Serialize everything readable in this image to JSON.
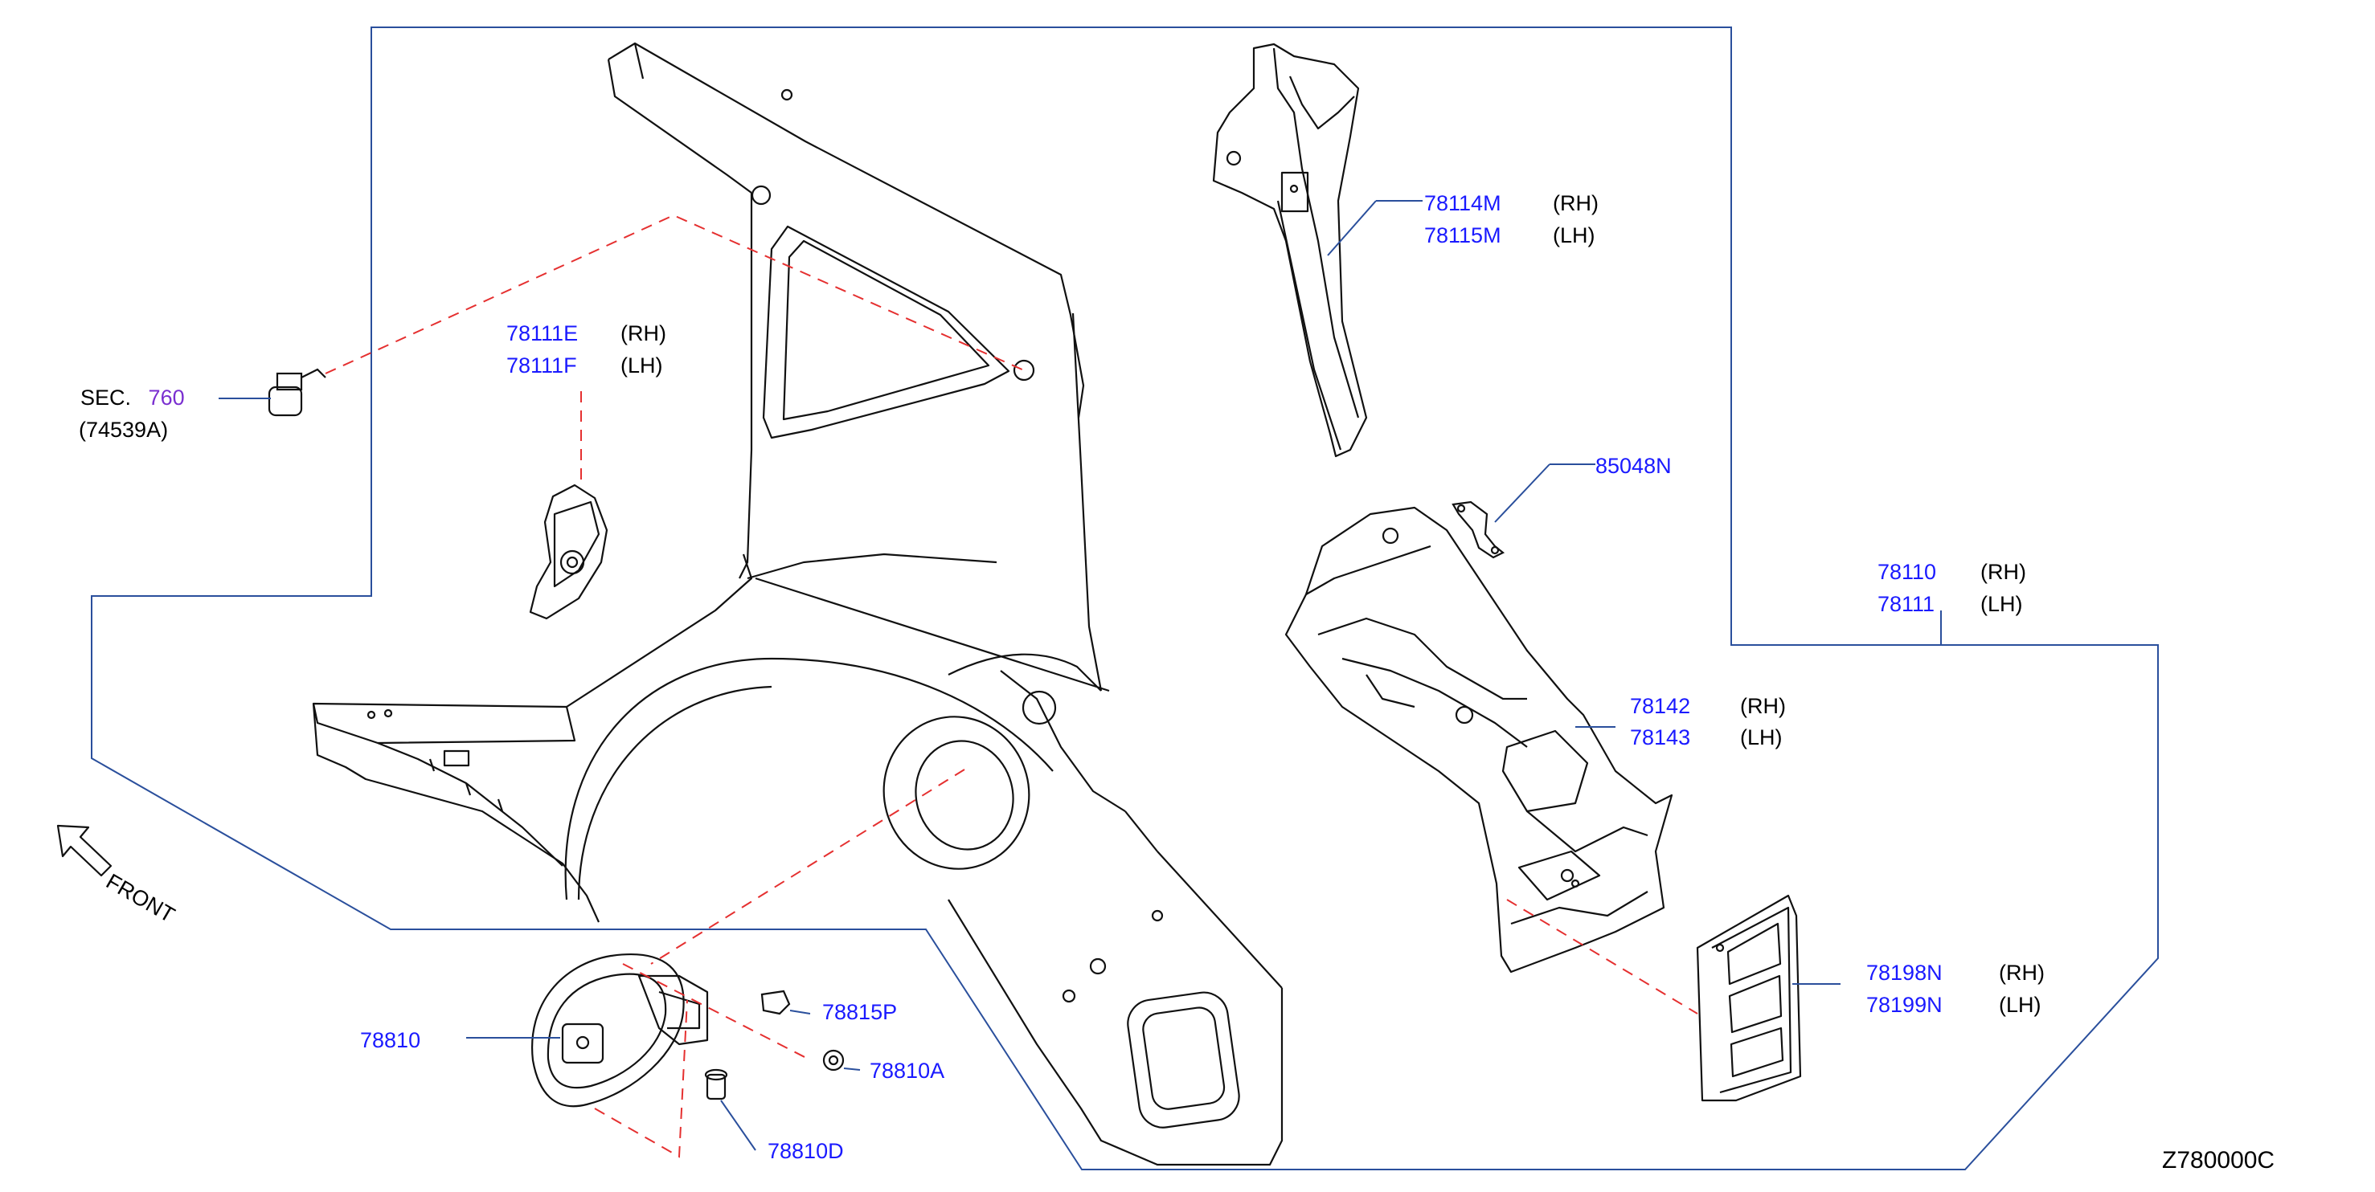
{
  "colors": {
    "outline": "#2a4f9c",
    "leader": "#2a4f9c",
    "dashed": "#e53030",
    "part_number": "#1a1aff",
    "section_ref": "#7a2fd0",
    "drawing": "#111111"
  },
  "diagram_code": "Z780000C",
  "front_indicator": {
    "label": "FRONT",
    "icon": "arrow-up-left-icon"
  },
  "section_ref": {
    "prefix": "SEC.",
    "number": "760",
    "sub": "(74539A)"
  },
  "callouts": {
    "p78114M": {
      "part": "78114M",
      "side": "(RH)"
    },
    "p78115M": {
      "part": "78115M",
      "side": "(LH)"
    },
    "p78111E": {
      "part": "78111E",
      "side": "(RH)"
    },
    "p78111F": {
      "part": "78111F",
      "side": "(LH)"
    },
    "p85048N": {
      "part": "85048N"
    },
    "p78110": {
      "part": "78110",
      "side": "(RH)"
    },
    "p78111": {
      "part": "78111",
      "side": "(LH)"
    },
    "p78142": {
      "part": "78142",
      "side": "(RH)"
    },
    "p78143": {
      "part": "78143",
      "side": "(LH)"
    },
    "p78198N": {
      "part": "78198N",
      "side": "(RH)"
    },
    "p78199N": {
      "part": "78199N",
      "side": "(LH)"
    },
    "p78810": {
      "part": "78810"
    },
    "p78815P": {
      "part": "78815P"
    },
    "p78810A": {
      "part": "78810A"
    },
    "p78810D": {
      "part": "78810D"
    }
  }
}
